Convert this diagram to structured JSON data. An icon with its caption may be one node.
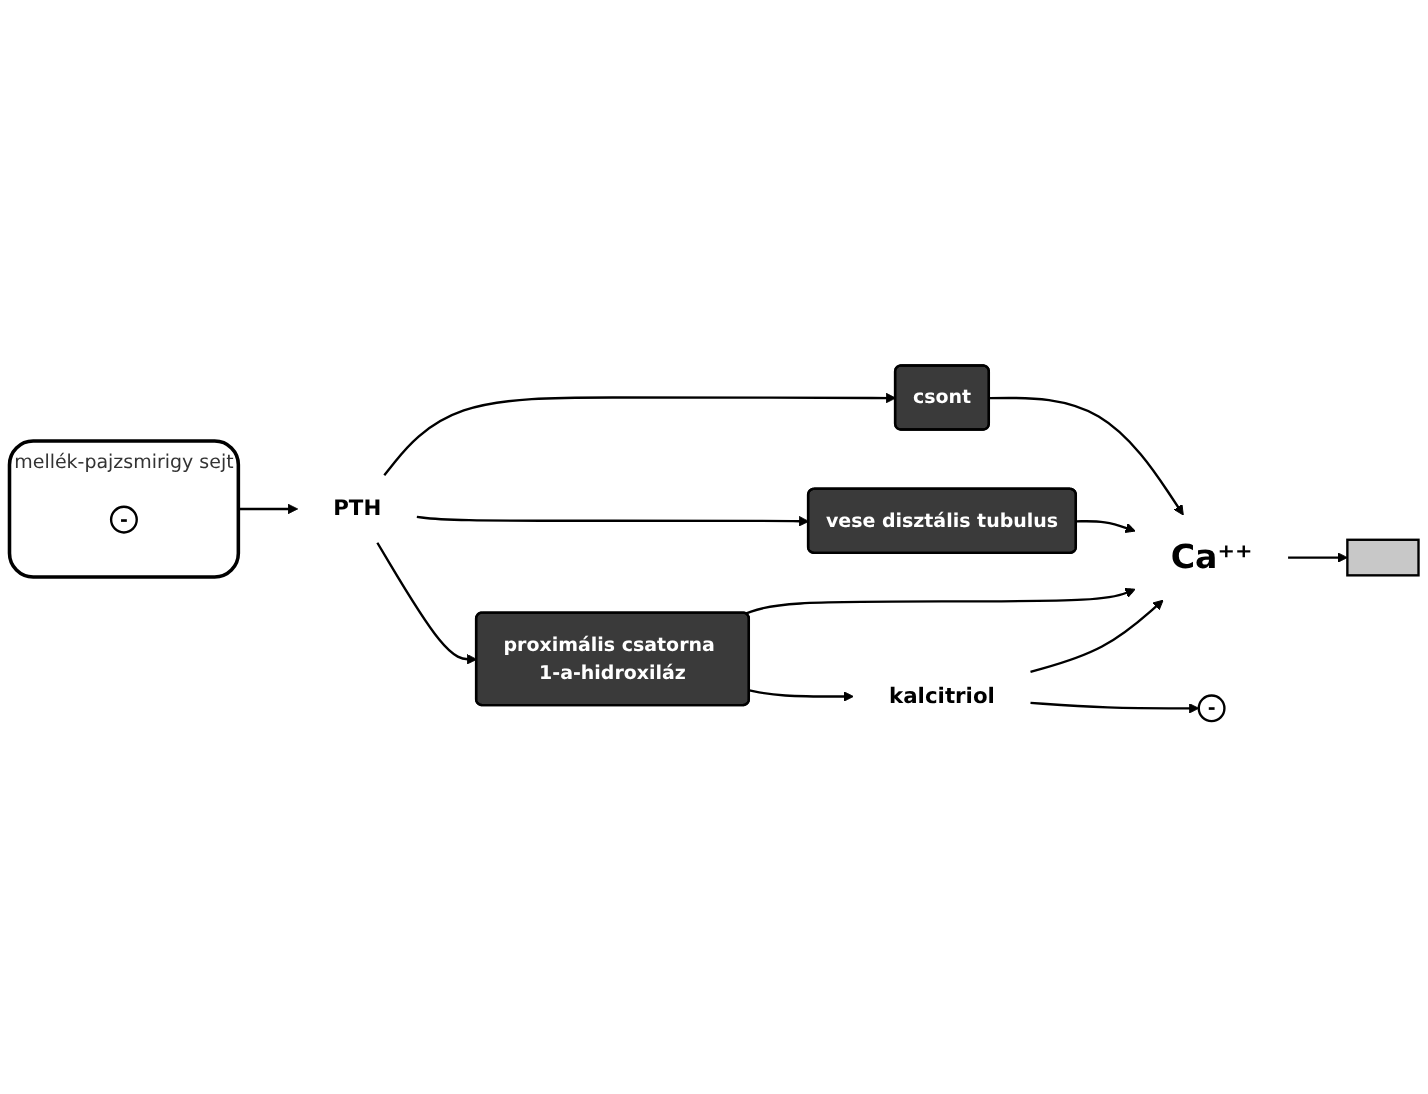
{
  "diagram": {
    "nodes": [
      {
        "text": [
          "mellék-pajzsmirigy sejt"
        ]
      },
      {
        "text": [
          "-"
        ],
        "in": 0
      },
      {
        "text": [],
        "shape": "bar"
      },
      {
        "text": [
          "PTH"
        ]
      },
      {
        "text": [
          "csont"
        ]
      },
      {
        "text": [
          "vese disztális tubulus"
        ]
      },
      {
        "text": [
          "proximális csatorna 1-a-hidroxiláz"
        ]
      },
      {
        "text": [
          "Ca⁺⁺"
        ]
      },
      {
        "text": [
          "-"
        ]
      },
      {
        "text": [
          "kalcitriol"
        ]
      }
    ],
    "edges": [
      {
        "from": 0,
        "to": 3,
        "arrow": "to"
      },
      {
        "from": 3,
        "to": 4,
        "arrow": "to"
      },
      {
        "from": 3,
        "to": 5,
        "arrow": "to"
      },
      {
        "from": 3,
        "to": 6,
        "arrow": "to"
      },
      {
        "from": 4,
        "to": 7,
        "arrow": "to"
      },
      {
        "from": 5,
        "to": 7,
        "arrow": "to"
      },
      {
        "from": 6,
        "to": 7,
        "arrow": "to"
      },
      {
        "from": 6,
        "to": 9,
        "arrow": "to"
      },
      {
        "from": 9,
        "to": 8,
        "arrow": "to"
      },
      {
        "from": 9,
        "to": 7,
        "arrow": "to"
      },
      {
        "from": 7,
        "to": 2,
        "arrow": "to"
      }
    ]
  }
}
